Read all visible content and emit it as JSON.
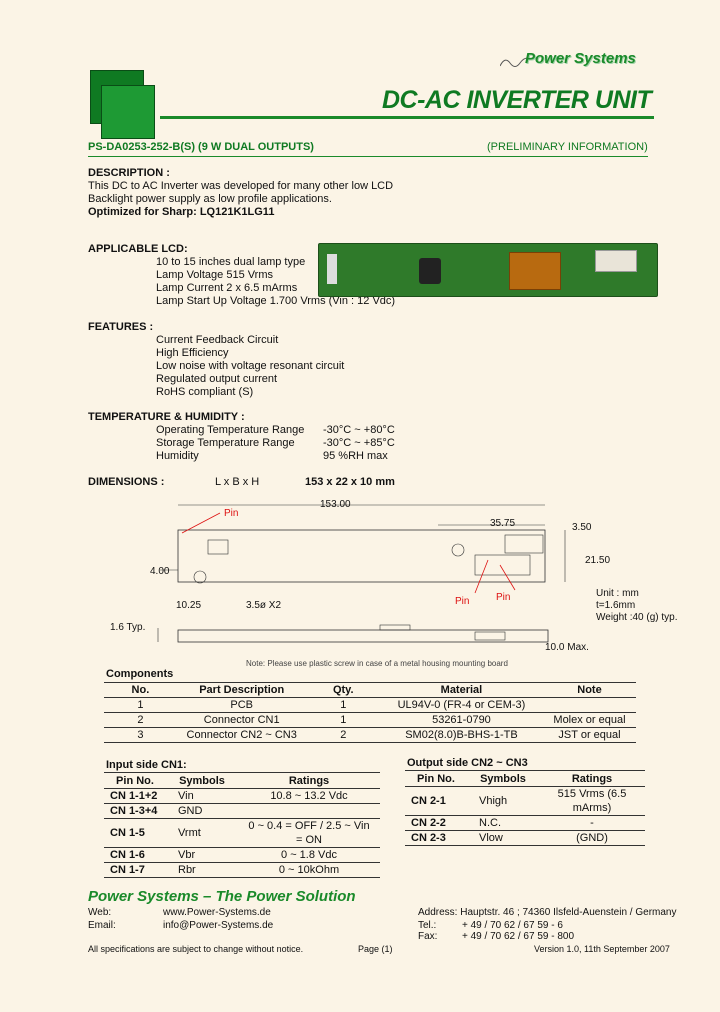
{
  "logo": "Power Systems",
  "title": "DC-AC INVERTER UNIT",
  "model": "PS-DA0253-252-B(S) (9 W DUAL OUTPUTS)",
  "preliminary": "(PRELIMINARY INFORMATION)",
  "description": {
    "heading": "DESCRIPTION :",
    "line1": "This DC to AC Inverter was developed for many other low LCD",
    "line2": "Backlight power supply as low profile applications.",
    "line3": "Optimized for Sharp: LQ121K1LG11"
  },
  "applicable": {
    "heading": "APPLICABLE LCD:",
    "lines": [
      "10 to 15 inches dual lamp type",
      "Lamp Voltage   515 Vrms",
      "Lamp Current   2 x 6.5 mArms",
      "Lamp Start Up Voltage 1.700 Vrms (Vin : 12 Vdc)"
    ]
  },
  "features": {
    "heading": "FEATURES :",
    "items": [
      "Current Feedback Circuit",
      "High Efficiency",
      "Low noise with voltage resonant circuit",
      "Regulated output current",
      "RoHS compliant (S)"
    ]
  },
  "temperature": {
    "heading": "TEMPERATURE & HUMIDITY :",
    "rows": [
      {
        "label": "Operating Temperature Range",
        "value": "-30°C ~ +80°C"
      },
      {
        "label": "Storage Temperature Range",
        "value": "-30°C ~ +85°C"
      },
      {
        "label": "Humidity",
        "value": "95 %RH max"
      }
    ]
  },
  "dimensions": {
    "heading": "DIMENSIONS :",
    "lbh": "L x B x H",
    "value": "153 x 22 x 10 mm",
    "len": "153.00",
    "d1": "35.75",
    "d2": "3.50",
    "d3": "21.50",
    "d4": "4.00",
    "d5": "10.25",
    "d6": "3.5ø X2",
    "d7": "1.6 Typ.",
    "d8": "10.0 Max.",
    "pin1": "Pin",
    "pin2": "Pin",
    "pin3": "Pin",
    "unit": "Unit : mm",
    "thick": "t=1.6mm",
    "weight": "Weight :40 (g) typ.",
    "note": "Note: Please use plastic screw in case of a metal housing mounting board"
  },
  "components": {
    "heading": "Components",
    "headers": [
      "No.",
      "Part Description",
      "Qty.",
      "Material",
      "Note"
    ],
    "rows": [
      [
        "1",
        "PCB",
        "1",
        "UL94V-0 (FR-4 or CEM-3)",
        ""
      ],
      [
        "2",
        "Connector CN1",
        "1",
        "53261-0790",
        "Molex or equal"
      ],
      [
        "3",
        "Connector CN2 ~ CN3",
        "2",
        "SM02(8.0)B-BHS-1-TB",
        "JST or equal"
      ]
    ]
  },
  "input": {
    "heading": "Input side CN1:",
    "headers": [
      "Pin No.",
      "Symbols",
      "Ratings"
    ],
    "rows": [
      [
        "CN 1-1+2",
        "Vin",
        "10.8 ~ 13.2 Vdc"
      ],
      [
        "CN 1-3+4",
        "GND",
        ""
      ],
      [
        "CN 1-5",
        "Vrmt",
        "0 ~ 0.4 = OFF / 2.5 ~ Vin = ON"
      ],
      [
        "CN 1-6",
        "Vbr",
        "0 ~ 1.8 Vdc"
      ],
      [
        "CN 1-7",
        "Rbr",
        "0 ~ 10kOhm"
      ]
    ]
  },
  "output": {
    "heading": "Output side CN2 ~ CN3",
    "headers": [
      "Pin No.",
      "Symbols",
      "Ratings"
    ],
    "rows": [
      [
        "CN 2-1",
        "Vhigh",
        "515 Vrms (6.5 mArms)"
      ],
      [
        "CN 2-2",
        "N.C.",
        "-"
      ],
      [
        "CN 2-3",
        "Vlow",
        "(GND)"
      ]
    ]
  },
  "footer": {
    "title": "Power Systems – The Power Solution",
    "web_label": "Web:",
    "web": "www.Power-Systems.de",
    "email_label": "Email:",
    "email": "info@Power-Systems.de",
    "address": "Address: Hauptstr. 46 ; 74360 Ilsfeld-Auenstein / Germany",
    "tel_label": "Tel.:",
    "tel": "+ 49 / 70 62 / 67 59 - 6",
    "fax_label": "Fax:",
    "fax": "+ 49 / 70 62 / 67 59 - 800",
    "disclaimer": "All specifications are subject to change without notice.",
    "page": "Page (1)",
    "version": "Version 1.0, 11th September 2007"
  }
}
